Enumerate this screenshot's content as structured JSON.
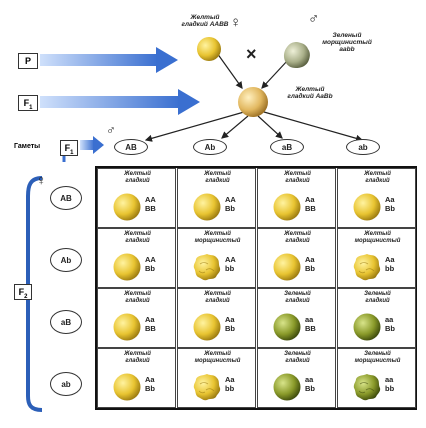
{
  "parents": {
    "female_label": "Желтый\nгладкий AABB",
    "female_symbol": "♀",
    "male_symbol": "♂",
    "male_label": "Зеленый\nморщинистый\naabb",
    "cross_symbol": "×"
  },
  "generations": {
    "p": "P",
    "f1": "F1",
    "f2": "F2",
    "f1_short": "F",
    "f1_sub": "1",
    "f2_short": "F",
    "f2_sub": "2"
  },
  "f1_label": "Желтый\nгладкий AaBb",
  "gametes_label": "Гаметы",
  "male_gametes": [
    "AB",
    "Ab",
    "aB",
    "ab"
  ],
  "female_gametes": [
    "AB",
    "Ab",
    "aB",
    "ab"
  ],
  "cells": [
    [
      {
        "phenotype": "Желтый гладкий",
        "g1": "AA",
        "g2": "BB",
        "color": "yellow",
        "shape": "smooth"
      },
      {
        "phenotype": "Желтый гладкий",
        "g1": "AA",
        "g2": "Bb",
        "color": "yellow",
        "shape": "smooth"
      },
      {
        "phenotype": "Желтый гладкий",
        "g1": "Aa",
        "g2": "BB",
        "color": "yellow",
        "shape": "smooth"
      },
      {
        "phenotype": "Желтый гладкий",
        "g1": "Aa",
        "g2": "Bb",
        "color": "yellow",
        "shape": "smooth"
      }
    ],
    [
      {
        "phenotype": "Желтый гладкий",
        "g1": "AA",
        "g2": "Bb",
        "color": "yellow",
        "shape": "smooth"
      },
      {
        "phenotype": "Желтый морщинистый",
        "g1": "AA",
        "g2": "bb",
        "color": "yellow",
        "shape": "wrinkled"
      },
      {
        "phenotype": "Желтый гладкий",
        "g1": "Aa",
        "g2": "Bb",
        "color": "yellow",
        "shape": "smooth"
      },
      {
        "phenotype": "Желтый морщинистый",
        "g1": "Aa",
        "g2": "bb",
        "color": "yellow",
        "shape": "wrinkled"
      }
    ],
    [
      {
        "phenotype": "Желтый гладкий",
        "g1": "Aa",
        "g2": "BB",
        "color": "yellow",
        "shape": "smooth"
      },
      {
        "phenotype": "Желтый гладкий",
        "g1": "Aa",
        "g2": "Bb",
        "color": "yellow",
        "shape": "smooth"
      },
      {
        "phenotype": "Зеленый гладкий",
        "g1": "aa",
        "g2": "BB",
        "color": "green",
        "shape": "smooth"
      },
      {
        "phenotype": "Зеленый гладкий",
        "g1": "aa",
        "g2": "Bb",
        "color": "green",
        "shape": "smooth"
      }
    ],
    [
      {
        "phenotype": "Желтый гладкий",
        "g1": "Aa",
        "g2": "Bb",
        "color": "yellow",
        "shape": "smooth"
      },
      {
        "phenotype": "Желтый морщинистый",
        "g1": "Aa",
        "g2": "bb",
        "color": "yellow",
        "shape": "wrinkled"
      },
      {
        "phenotype": "Зеленый гладкий",
        "g1": "aa",
        "g2": "Bb",
        "color": "green",
        "shape": "smooth"
      },
      {
        "phenotype": "Зеленый морщинистый",
        "g1": "aa",
        "g2": "bb",
        "color": "green",
        "shape": "wrinkled"
      }
    ]
  ],
  "colors": {
    "arrow": "#3a6fd0",
    "bracket": "#2c5fb8",
    "yellow_light": "#fff3a0",
    "yellow_mid": "#e8c431",
    "yellow_dark": "#9a7a10",
    "green_light": "#d8e48a",
    "green_mid": "#8a9a2a",
    "green_dark": "#3d4a0c"
  }
}
